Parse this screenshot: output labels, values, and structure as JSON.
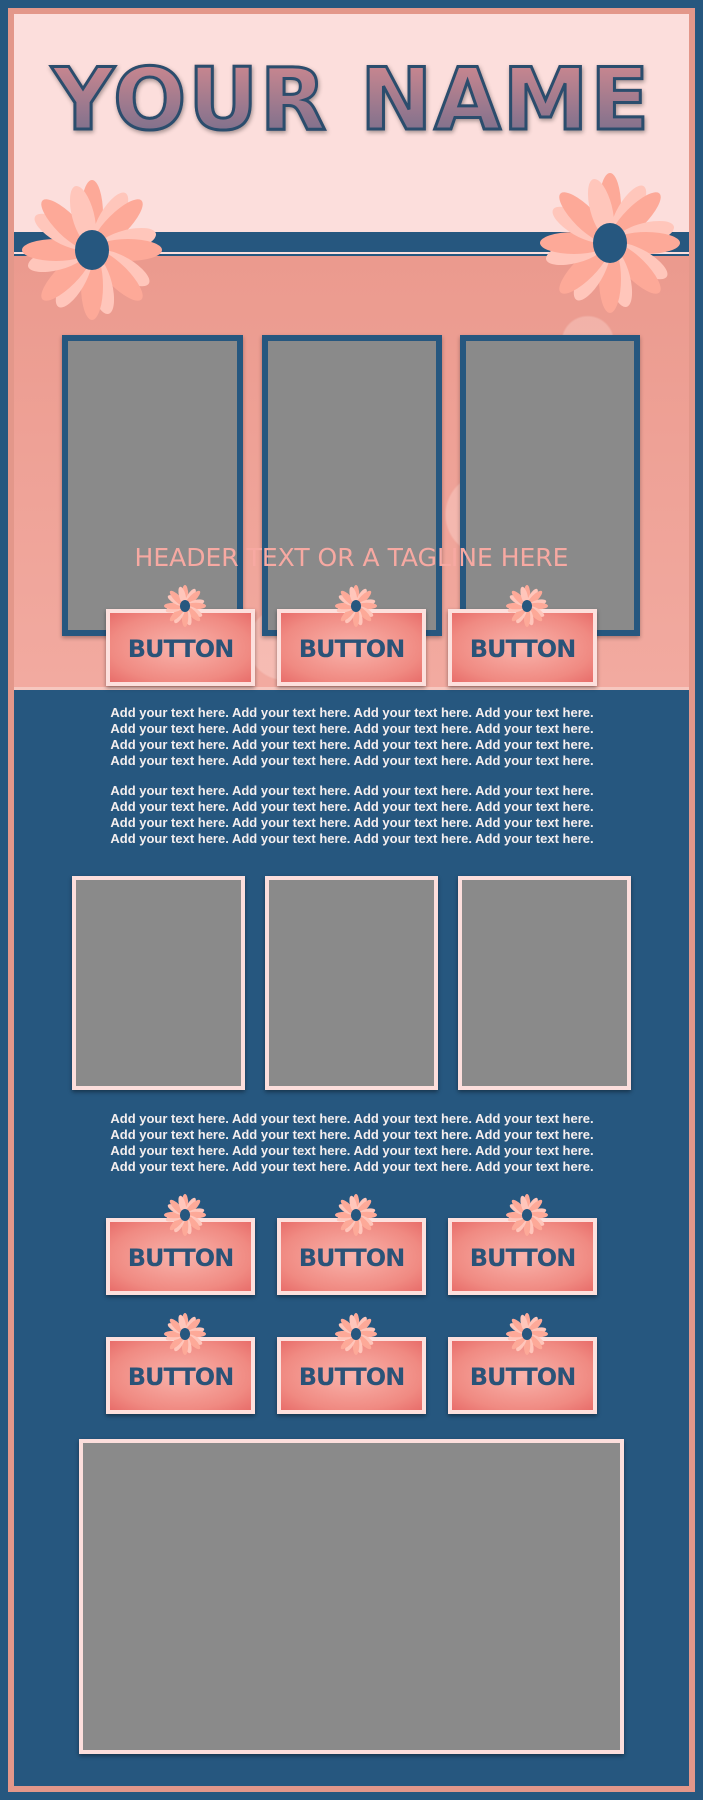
{
  "header": {
    "name": "YOUR NAME",
    "tagline": "HEADER TEXT OR A TAGLINE HERE"
  },
  "buttons": {
    "row1": [
      "BUTTON",
      "BUTTON",
      "BUTTON"
    ],
    "row2": [
      "BUTTON",
      "BUTTON",
      "BUTTON"
    ],
    "row3": [
      "BUTTON",
      "BUTTON",
      "BUTTON"
    ]
  },
  "text_blocks": [
    [
      "Add your text here. Add your text here. Add your text here. Add your text here.",
      "Add your text here. Add your text here. Add your text here. Add your text here.",
      "Add your text here. Add your text here. Add your text here. Add your text here.",
      "Add your text here. Add your text here. Add your text here. Add your text here."
    ],
    [
      "Add your text here. Add your text here. Add your text here. Add your text here.",
      "Add your text here. Add your text here. Add your text here. Add your text here.",
      "Add your text here. Add your text here. Add your text here. Add your text here.",
      "Add your text here. Add your text here. Add your text here. Add your text here."
    ],
    [
      "Add your text here. Add your text here. Add your text here. Add your text here.",
      "Add your text here. Add your text here. Add your text here. Add your text here.",
      "Add your text here. Add your text here. Add your text here. Add your text here.",
      "Add your text here. Add your text here. Add your text here. Add your text here."
    ]
  ],
  "colors": {
    "navy": "#26577f",
    "pink_light": "#fcdedc",
    "salmon": "#f08a82",
    "frame": "#e3978a",
    "placeholder": "#8a8a8a"
  }
}
